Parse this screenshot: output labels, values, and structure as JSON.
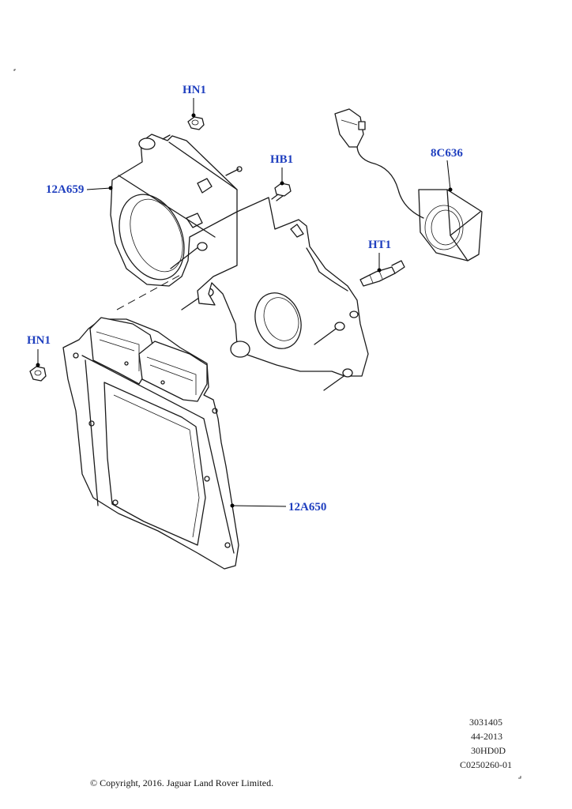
{
  "callouts": {
    "hn1_top": "HN1",
    "hb1": "HB1",
    "part_12a659": "12A659",
    "part_8c636": "8C636",
    "ht1": "HT1",
    "hn1_left": "HN1",
    "part_12a650": "12A650"
  },
  "meta": {
    "line1": "3031405",
    "line2": "44-2013",
    "line3": "30HD0D",
    "line4": "C0250260-01"
  },
  "copyright": "© Copyright, 2016. Jaguar Land Rover Limited."
}
